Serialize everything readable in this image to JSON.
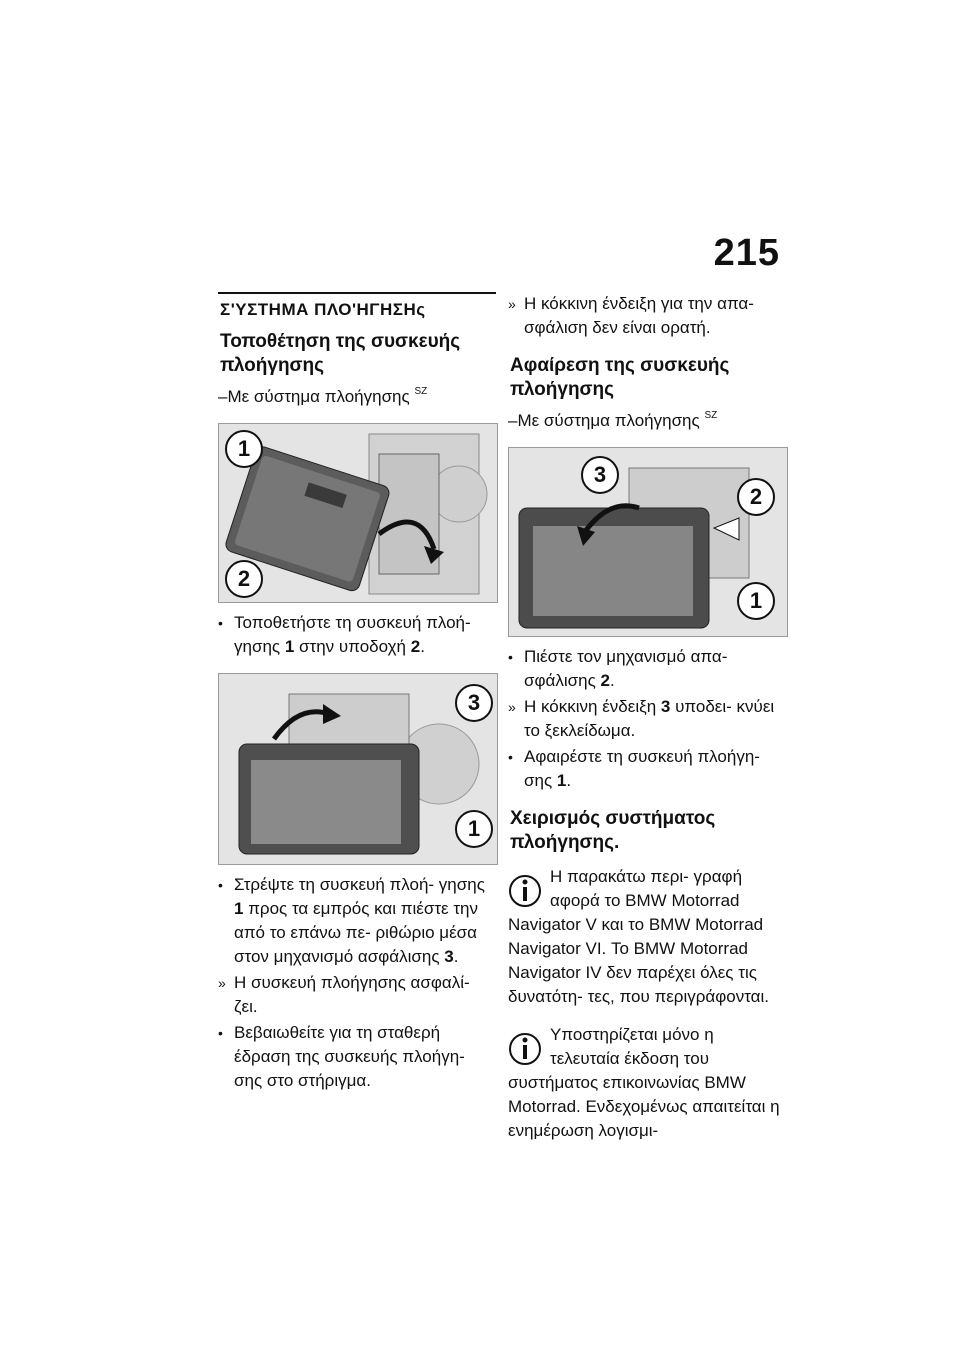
{
  "page_number": "215",
  "section_title": "Σ'ΥΣΤΗΜΑ ΠΛΟ'ΗΓΗΣΗς",
  "install": {
    "title": "Τοποθέτηση της συσκευής πλοήγησης",
    "variant": "Με σύστημα πλοήγησης",
    "variant_sup": "SZ",
    "fig1": {
      "c1": "1",
      "c2": "2"
    },
    "step1": {
      "a": "Τοποθετήστε τη συσκευή πλοή- γησης ",
      "n1": "1",
      "b": " στην υποδοχή ",
      "n2": "2",
      "c": "."
    },
    "fig2": {
      "c3": "3",
      "c1": "1"
    },
    "step2": {
      "a": "Στρέψτε τη συσκευή πλοή- γησης ",
      "n1": "1",
      "b": " προς τα εμπρός και πιέστε την από το επάνω πε- ριθώριο μέσα στον μηχανισμό ασφάλισης ",
      "n2": "3",
      "c": "."
    },
    "result1": "Η συσκευή πλοήγησης ασφαλί- ζει.",
    "step3": "Βεβαιωθείτε για τη σταθερή έδραση της συσκευής πλοήγη- σης στο στήριγμα.",
    "result2": "Η κόκκινη ένδειξη για την απα- σφάλιση δεν είναι ορατή."
  },
  "remove": {
    "title": "Αφαίρεση της συσκευής πλοήγησης",
    "variant": "Με σύστημα πλοήγησης",
    "variant_sup": "SZ",
    "fig3": {
      "c3": "3",
      "c2": "2",
      "c1": "1"
    },
    "step1": {
      "a": "Πιέστε τον μηχανισμό απα- σφάλισης ",
      "n": "2",
      "b": "."
    },
    "result1": {
      "a": "Η κόκκινη ένδειξη ",
      "n": "3",
      "b": " υποδει- κνύει το ξεκλείδωμα."
    },
    "step2": {
      "a": "Αφαιρέστε τη συσκευή πλοήγη- σης ",
      "n": "1",
      "b": "."
    }
  },
  "operation": {
    "title": "Χειρισμός συστήματος πλοήγησης.",
    "note1": "Η παρακάτω περι- γραφή αφορά το BMW Motorrad Navigator V και το BMW Motorrad Navigator VI. Το BMW Motorrad Navigator IV δεν παρέχει όλες τις δυνατότη- τες, που περιγράφονται.",
    "note2": "Υποστηρίζεται μόνο η τελευταία έκδοση του συστήματος επικοινωνίας BMW Motorrad. Ενδεχομένως απαιτείται η ενημέρωση λογισμι-"
  },
  "bullet_mark": "•",
  "result_mark": "»"
}
